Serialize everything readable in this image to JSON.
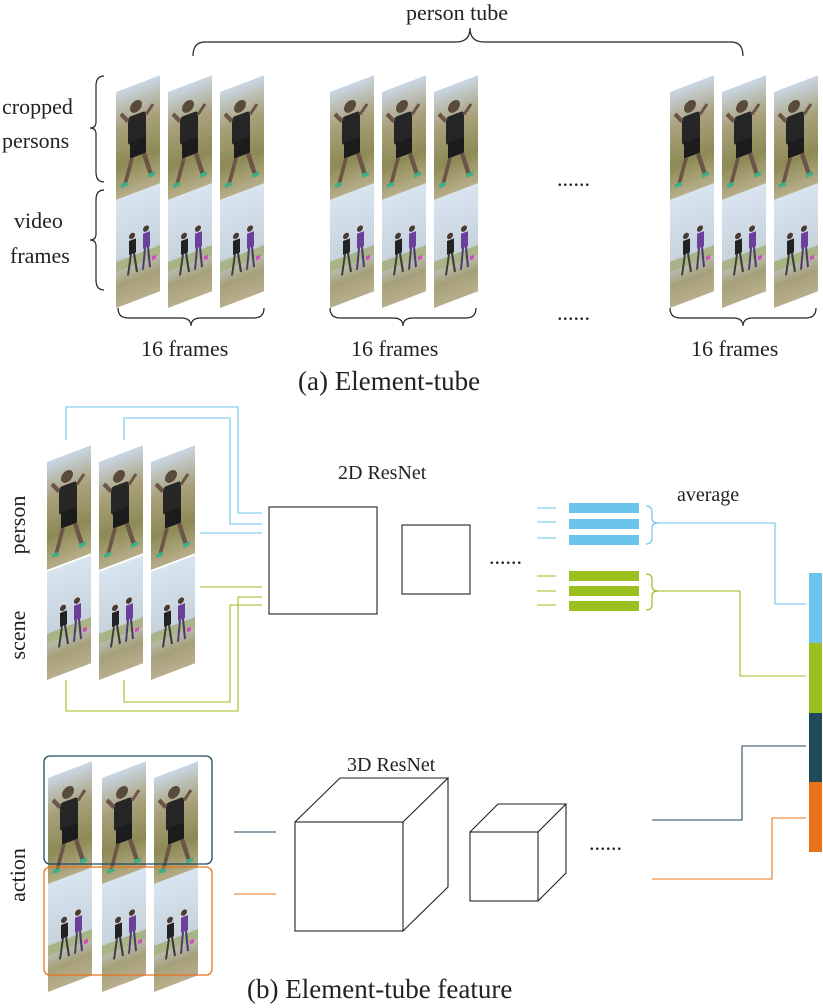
{
  "part_a": {
    "person_tube_label": "person tube",
    "row_labels": {
      "cropped_persons": [
        "cropped",
        "persons"
      ],
      "video_frames": [
        "video",
        "frames"
      ]
    },
    "ellipsis": "......",
    "frame_group_label": "16 frames",
    "caption": "(a) Element-tube"
  },
  "part_b": {
    "resnet2d_label": "2D ResNet",
    "resnet3d_label": "3D ResNet",
    "average_label": "average",
    "ellipsis": "......",
    "row_labels": {
      "person": "person",
      "scene": "scene",
      "action": "action"
    },
    "caption": "(b) Element-tube feature"
  },
  "colors": {
    "person_stream": "#6cc4ec",
    "scene_stream": "#9bbf1e",
    "action_stream": "#1f4a5a",
    "scene3d_stream": "#e8731a",
    "outline": "#222222"
  }
}
